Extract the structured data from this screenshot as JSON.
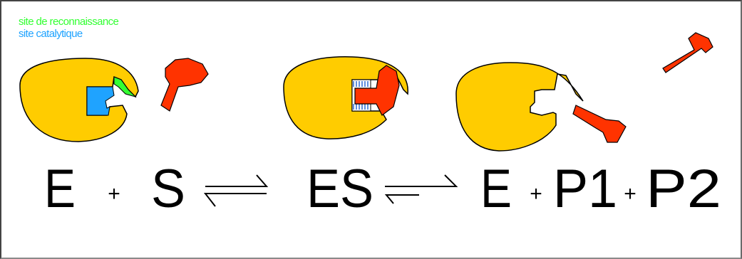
{
  "legend": {
    "recognition_label": "site de reconnaissance",
    "catalytic_label": "site catalytique"
  },
  "equation": {
    "enzyme_1": "E",
    "plus_1": "+",
    "substrate": "S",
    "complex": "ES",
    "enzyme_2": "E",
    "plus_2": "+",
    "product_1": "P1",
    "plus_3": "+",
    "product_2": "P2"
  },
  "colors": {
    "enzyme": "#FFCC00",
    "substrate": "#FF3300",
    "recognition_site": "#33FF33",
    "catalytic_site": "#1FA3FF",
    "outline": "#000000"
  }
}
